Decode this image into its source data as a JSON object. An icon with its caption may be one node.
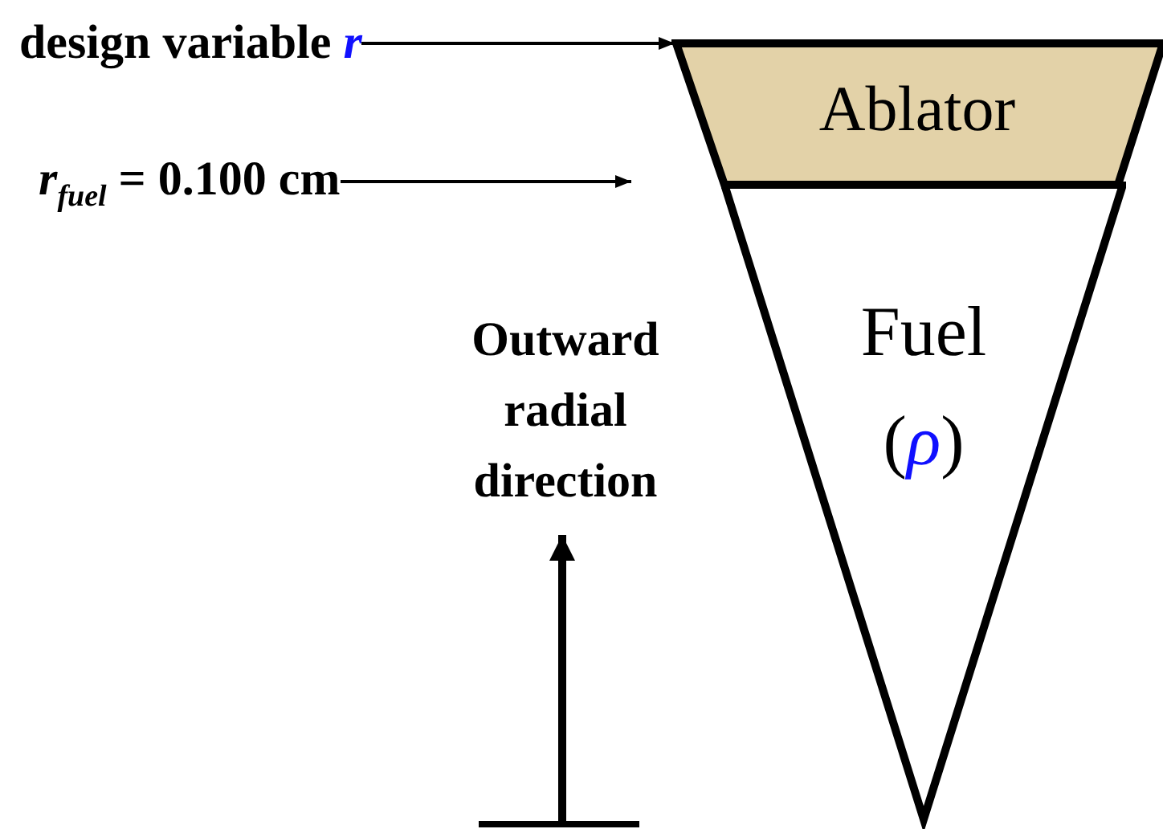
{
  "diagram": {
    "nodes": [
      {
        "text": [
          "design variable *r*"
        ]
      },
      {
        "text": [
          "*r*$_{fuel}$ = 0.100 cm"
        ]
      },
      {
        "text": [
          "Ablator"
        ]
      },
      {
        "text": [
          "Fuel",
          "(*ρ*)"
        ]
      }
    ],
    "edges": [
      {
        "from": 0,
        "to": 2,
        "arrow": "to"
      },
      {
        "from": 1,
        "to": null,
        "arrow": "to"
      }
    ],
    "labels": [
      "Outward radial direction"
    ]
  }
}
